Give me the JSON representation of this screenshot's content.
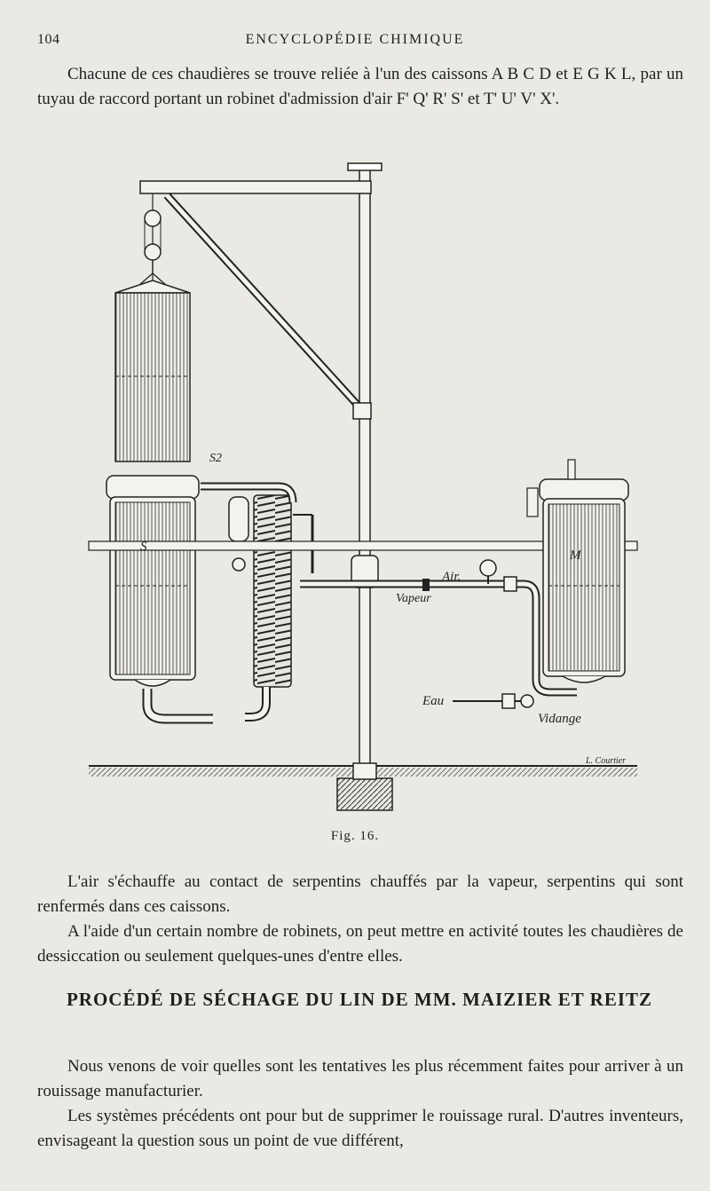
{
  "header": {
    "page_number": "104",
    "running_title": "ENCYCLOPÉDIE CHIMIQUE"
  },
  "intro_paragraph": "Chacune de ces chaudières se trouve reliée à l'un des caissons A B C D et E G K L, par un tuyau de raccord portant un robinet d'admission d'air F' Q' R' S' et T' U' V' X'.",
  "figure": {
    "labels": {
      "s2": "S2",
      "s": "S",
      "m": "M",
      "air": "Air.",
      "vapeur": "Vapeur",
      "eau": "Eau",
      "vidange": "Vidange",
      "signature": "L. Courtier"
    },
    "caption": "Fig. 16."
  },
  "body_paragraphs": [
    "L'air s'échauffe au contact de serpentins chauffés par la vapeur, serpentins qui sont renfermés dans ces caissons.",
    "A l'aide d'un certain nombre de robinets, on peut mettre en activité toutes les chaudières de dessiccation ou seulement quelques-unes d'entre elles."
  ],
  "section_title": "PROCÉDÉ DE SÉCHAGE DU LIN DE MM. MAIZIER ET REITZ",
  "section_paragraphs": [
    "Nous venons de voir quelles sont les tentatives les plus récemment faites pour arriver à un rouissage manufacturier.",
    "Les systèmes précédents ont pour but de supprimer le rouissage rural. D'autres inventeurs, envisageant la question sous un point de vue différent,"
  ]
}
